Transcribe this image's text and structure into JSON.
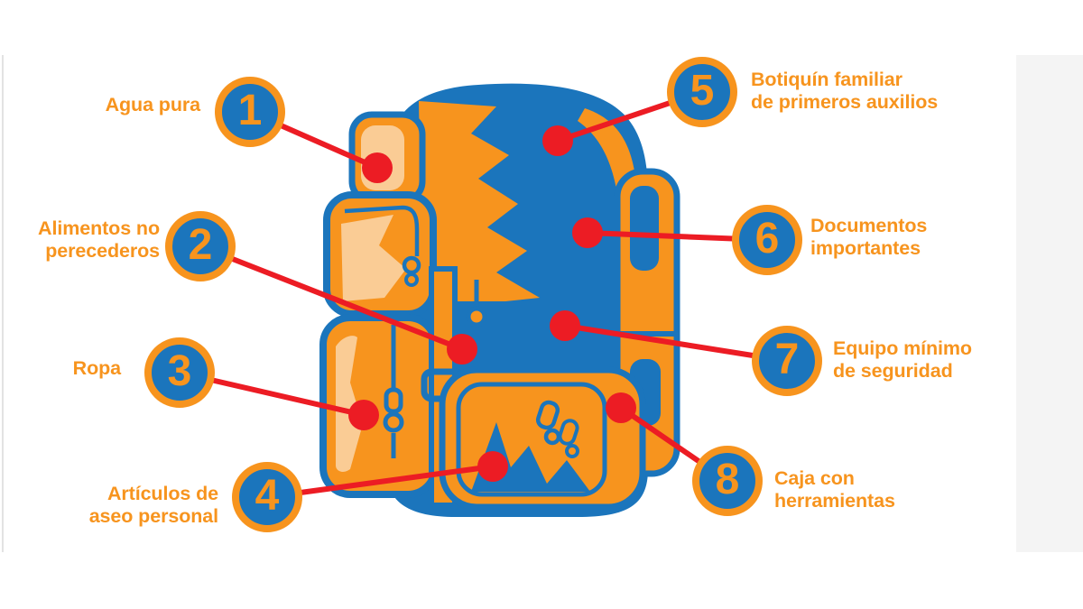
{
  "colors": {
    "orange": "#F7941E",
    "orange_light": "#FACC95",
    "orange_light2": "#F9B96E",
    "blue": "#1B75BC",
    "red": "#EC1C24",
    "viewer_bg": "#F4F4F4",
    "page_edge": "#E3E3E3"
  },
  "diagram": {
    "illustration": "emergency-backpack",
    "items": [
      {
        "number": "1",
        "label": "Agua pura"
      },
      {
        "number": "2",
        "label": "Alimentos no\nperecederos"
      },
      {
        "number": "3",
        "label": "Ropa"
      },
      {
        "number": "4",
        "label": "Artículos de\naseo personal"
      },
      {
        "number": "5",
        "label": "Botiquín familiar\nde primeros auxilios"
      },
      {
        "number": "6",
        "label": "Documentos\nimportantes"
      },
      {
        "number": "7",
        "label": "Equipo mínimo\nde seguridad"
      },
      {
        "number": "8",
        "label": "Caja con\nherramientas"
      }
    ]
  }
}
